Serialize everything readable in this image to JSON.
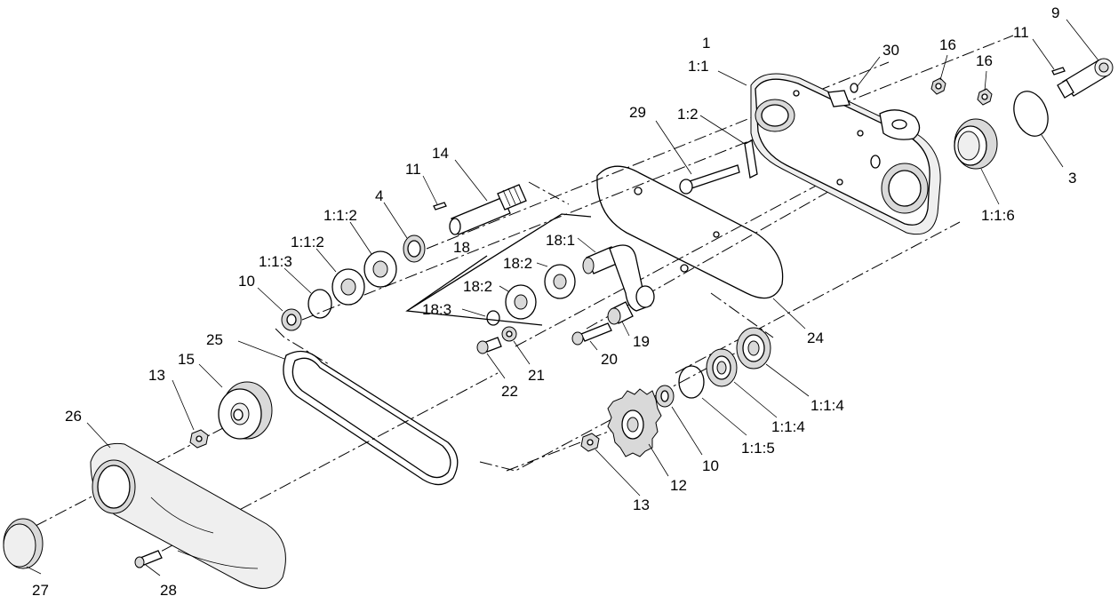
{
  "diagram": {
    "callouts": {
      "c1": "1",
      "c1_1": "1:1",
      "c1_2": "1:2",
      "c30": "30",
      "c16a": "16",
      "c16b": "16",
      "c11a": "11",
      "c9": "9",
      "c3": "3",
      "c1_1_6": "1:1:6",
      "c29": "29",
      "c14": "14",
      "c11b": "11",
      "c4": "4",
      "c1_1_2a": "1:1:2",
      "c1_1_2b": "1:1:2",
      "c1_1_3": "1:1:3",
      "c10a": "10",
      "c18": "18",
      "c18_1": "18:1",
      "c18_2a": "18:2",
      "c18_2b": "18:2",
      "c18_3": "18:3",
      "c19": "19",
      "c20": "20",
      "c21": "21",
      "c22": "22",
      "c24": "24",
      "c25": "25",
      "c15": "15",
      "c13a": "13",
      "c26": "26",
      "c27": "27",
      "c28": "28",
      "c12": "12",
      "c13b": "13",
      "c10b": "10",
      "c1_1_5": "1:1:5",
      "c1_1_4a": "1:1:4",
      "c1_1_4b": "1:1:4"
    }
  }
}
